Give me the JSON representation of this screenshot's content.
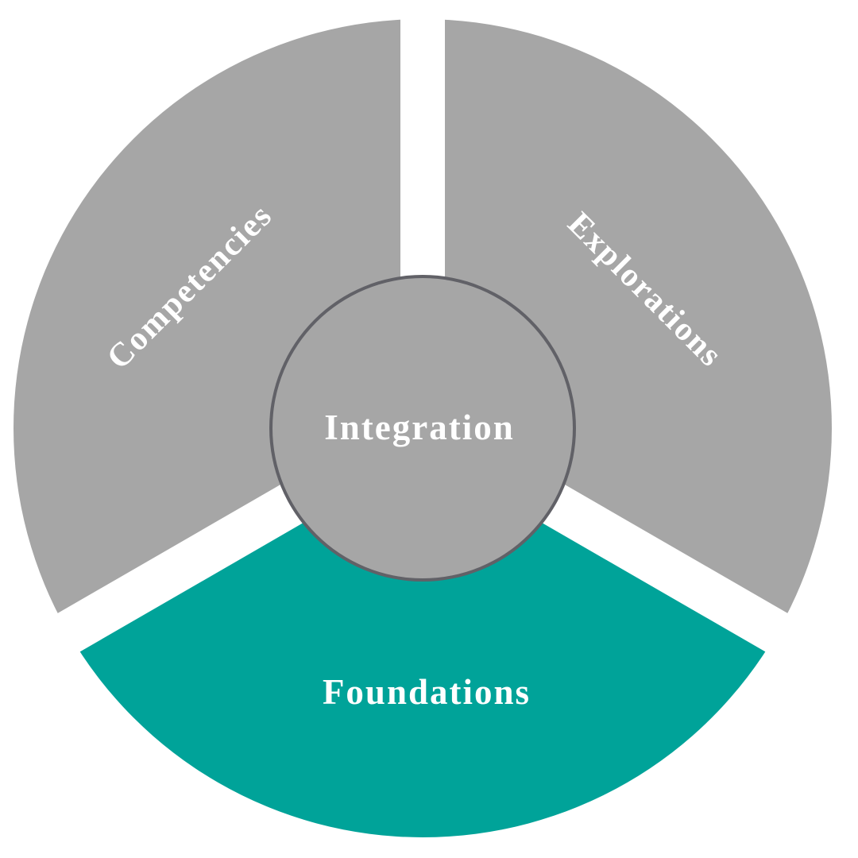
{
  "page": {
    "background_color": "#FFFFFF"
  },
  "diagram": {
    "type": "segmented-wheel",
    "divider_color": "#FFFFFF",
    "segments": [
      {
        "label": "Competencies",
        "color": "#A6A6A6",
        "label_color": "#FFFFFF"
      },
      {
        "label": "Explorations",
        "color": "#A6A6A6",
        "label_color": "#FFFFFF"
      },
      {
        "label": "Foundations",
        "color": "#00A399",
        "label_color": "#FFFFFF"
      }
    ],
    "center": {
      "label": "Integration",
      "fill": "#A6A6A6",
      "border_color": "#616167",
      "label_color": "#FFFFFF"
    }
  }
}
